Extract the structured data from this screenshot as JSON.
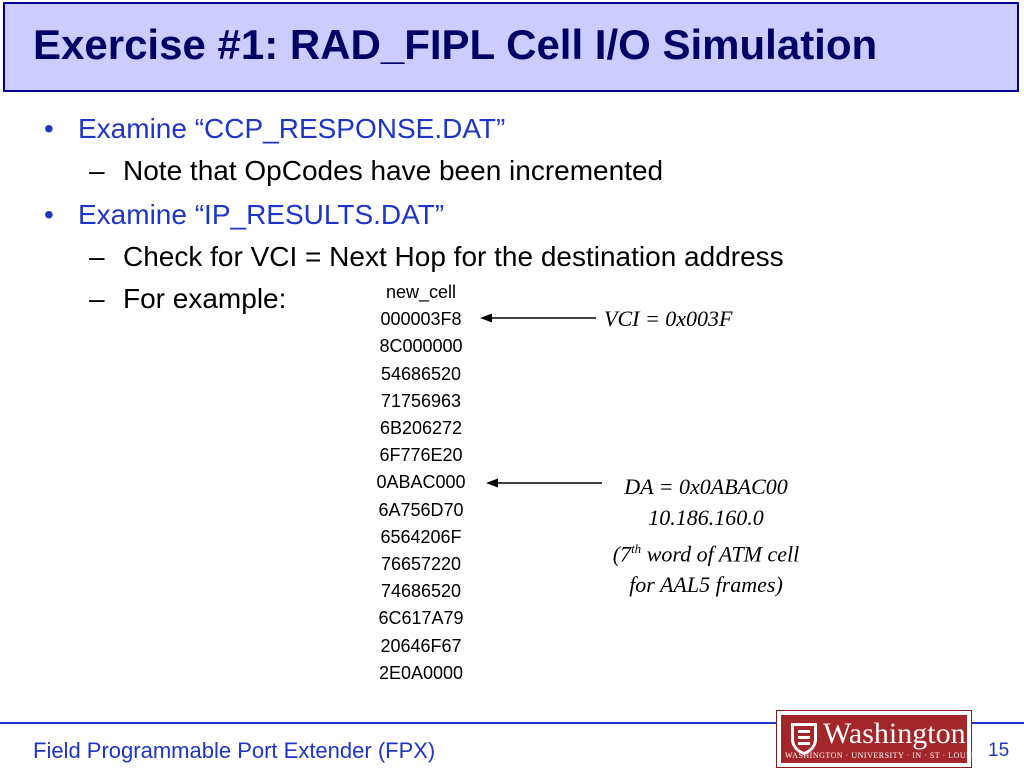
{
  "slide": {
    "title": "Exercise #1: RAD_FIPL Cell I/O Simulation",
    "bullets": [
      {
        "marker": "•",
        "text": "Examine “CCP_RESPONSE.DAT”"
      },
      {
        "marker": "•",
        "text": "Examine “IP_RESULTS.DAT”"
      }
    ],
    "subbullets": [
      {
        "marker": "–",
        "text": "Note that OpCodes have been incremented"
      },
      {
        "marker": "–",
        "text": "Check for VCI = Next Hop for the destination address"
      },
      {
        "marker": "–",
        "text": "For example:"
      }
    ]
  },
  "cell": {
    "lines": [
      "new_cell",
      "000003F8",
      "8C000000",
      "54686520",
      "71756963",
      "6B206272",
      "6F776E20",
      "0ABAC000",
      "6A756D70",
      "6564206F",
      "76657220",
      "74686520",
      "6C617A79",
      "20646F67",
      "2E0A0000"
    ]
  },
  "annotations": {
    "vci": "VCI = 0x003F",
    "da_line1": "DA = 0x0ABAC00",
    "da_line2": "10.186.160.0",
    "da_line3_pre": "(7",
    "da_line3_sup": "th",
    "da_line3_post": " word of ATM cell",
    "da_line4": "for AAL5 frames)"
  },
  "footer": {
    "text": "Field Programmable Port Extender (FPX)",
    "page": "15",
    "logo_word": "Washington",
    "logo_sub": "WASHINGTON · UNIVERSITY · IN · ST · LOUIS"
  },
  "colors": {
    "title_bg": "#ccccff",
    "title_border": "#00008b",
    "title_text": "#000066",
    "accent_blue": "#1f35c6",
    "logo_red": "#a3262a"
  }
}
